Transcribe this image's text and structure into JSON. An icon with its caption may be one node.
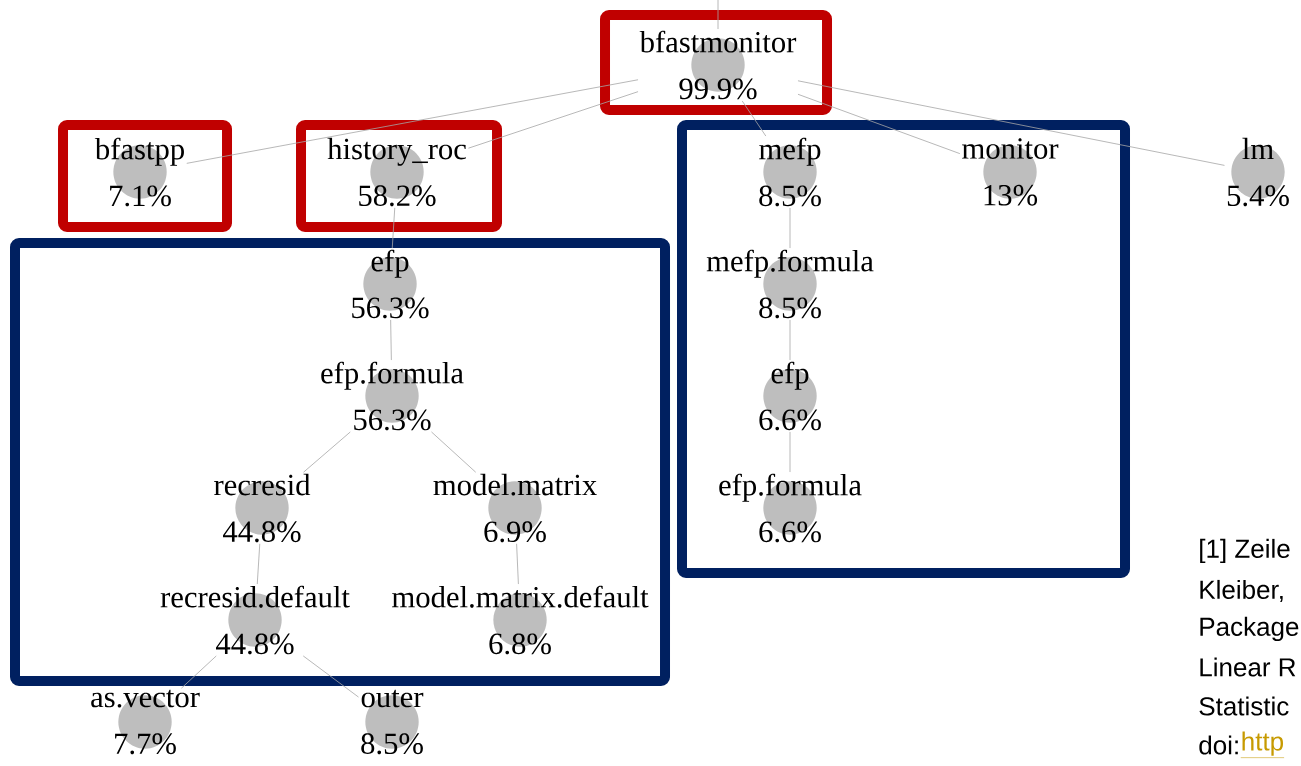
{
  "diagram": {
    "nodes": [
      {
        "text": [],
        "shape": "box"
      },
      {
        "text": [
          "bfastmonitor",
          "99.9%"
        ],
        "in": 0
      },
      {
        "text": [],
        "shape": "box"
      },
      {
        "text": [
          "bfastpp",
          "7.1%"
        ],
        "in": 2
      },
      {
        "text": [],
        "shape": "box"
      },
      {
        "text": [
          "history_roc",
          "58.2%"
        ],
        "in": 4
      },
      {
        "text": [],
        "shape": "box"
      },
      {
        "text": [
          "mefp",
          "8.5%"
        ],
        "in": 6
      },
      {
        "text": [
          "monitor",
          "13%"
        ],
        "in": 6
      },
      {
        "text": [
          "lm",
          "5.4%"
        ]
      },
      {
        "text": [],
        "shape": "box"
      },
      {
        "text": [
          "efp",
          "56.3%"
        ],
        "in": 10
      },
      {
        "text": [
          "mefp.formula",
          "8.5%"
        ],
        "in": 6
      },
      {
        "text": [
          "efp.formula",
          "56.3%"
        ],
        "in": 10
      },
      {
        "text": [
          "efp",
          "6.6%"
        ],
        "in": 6
      },
      {
        "text": [
          "recresid",
          "44.8%"
        ],
        "in": 10
      },
      {
        "text": [
          "model.matrix",
          "6.9%"
        ],
        "in": 10
      },
      {
        "text": [
          "efp.formula",
          "6.6%"
        ],
        "in": 6
      },
      {
        "text": [
          "recresid.default",
          "44.8%"
        ],
        "in": 10
      },
      {
        "text": [
          "model.matrix.default",
          "6.8%"
        ],
        "in": 10
      },
      {
        "text": [
          "as.vector",
          "7.7%"
        ]
      },
      {
        "text": [
          "outer",
          "8.5%"
        ]
      }
    ],
    "edges": [
      {
        "from": null,
        "to": 1,
        "arrow": "none"
      },
      {
        "from": 1,
        "to": 3,
        "arrow": "none"
      },
      {
        "from": 1,
        "to": 5,
        "arrow": "none"
      },
      {
        "from": 1,
        "to": 7,
        "arrow": "none"
      },
      {
        "from": 1,
        "to": 8,
        "arrow": "none"
      },
      {
        "from": 1,
        "to": 9,
        "arrow": "none"
      },
      {
        "from": 5,
        "to": 11,
        "arrow": "none"
      },
      {
        "from": 11,
        "to": 13,
        "arrow": "none"
      },
      {
        "from": 13,
        "to": 15,
        "arrow": "none"
      },
      {
        "from": 13,
        "to": 16,
        "arrow": "none"
      },
      {
        "from": 15,
        "to": 18,
        "arrow": "none"
      },
      {
        "from": 16,
        "to": 19,
        "arrow": "none"
      },
      {
        "from": 18,
        "to": 20,
        "arrow": "none"
      },
      {
        "from": 18,
        "to": 21,
        "arrow": "none"
      },
      {
        "from": 7,
        "to": 12,
        "arrow": "none"
      },
      {
        "from": 12,
        "to": 14,
        "arrow": "none"
      },
      {
        "from": 14,
        "to": 17,
        "arrow": "none"
      }
    ],
    "labels": [
      "[1] Zeile",
      "Kleiber,",
      "Package",
      "Linear R",
      "Statistic",
      "doi:",
      "http"
    ]
  }
}
